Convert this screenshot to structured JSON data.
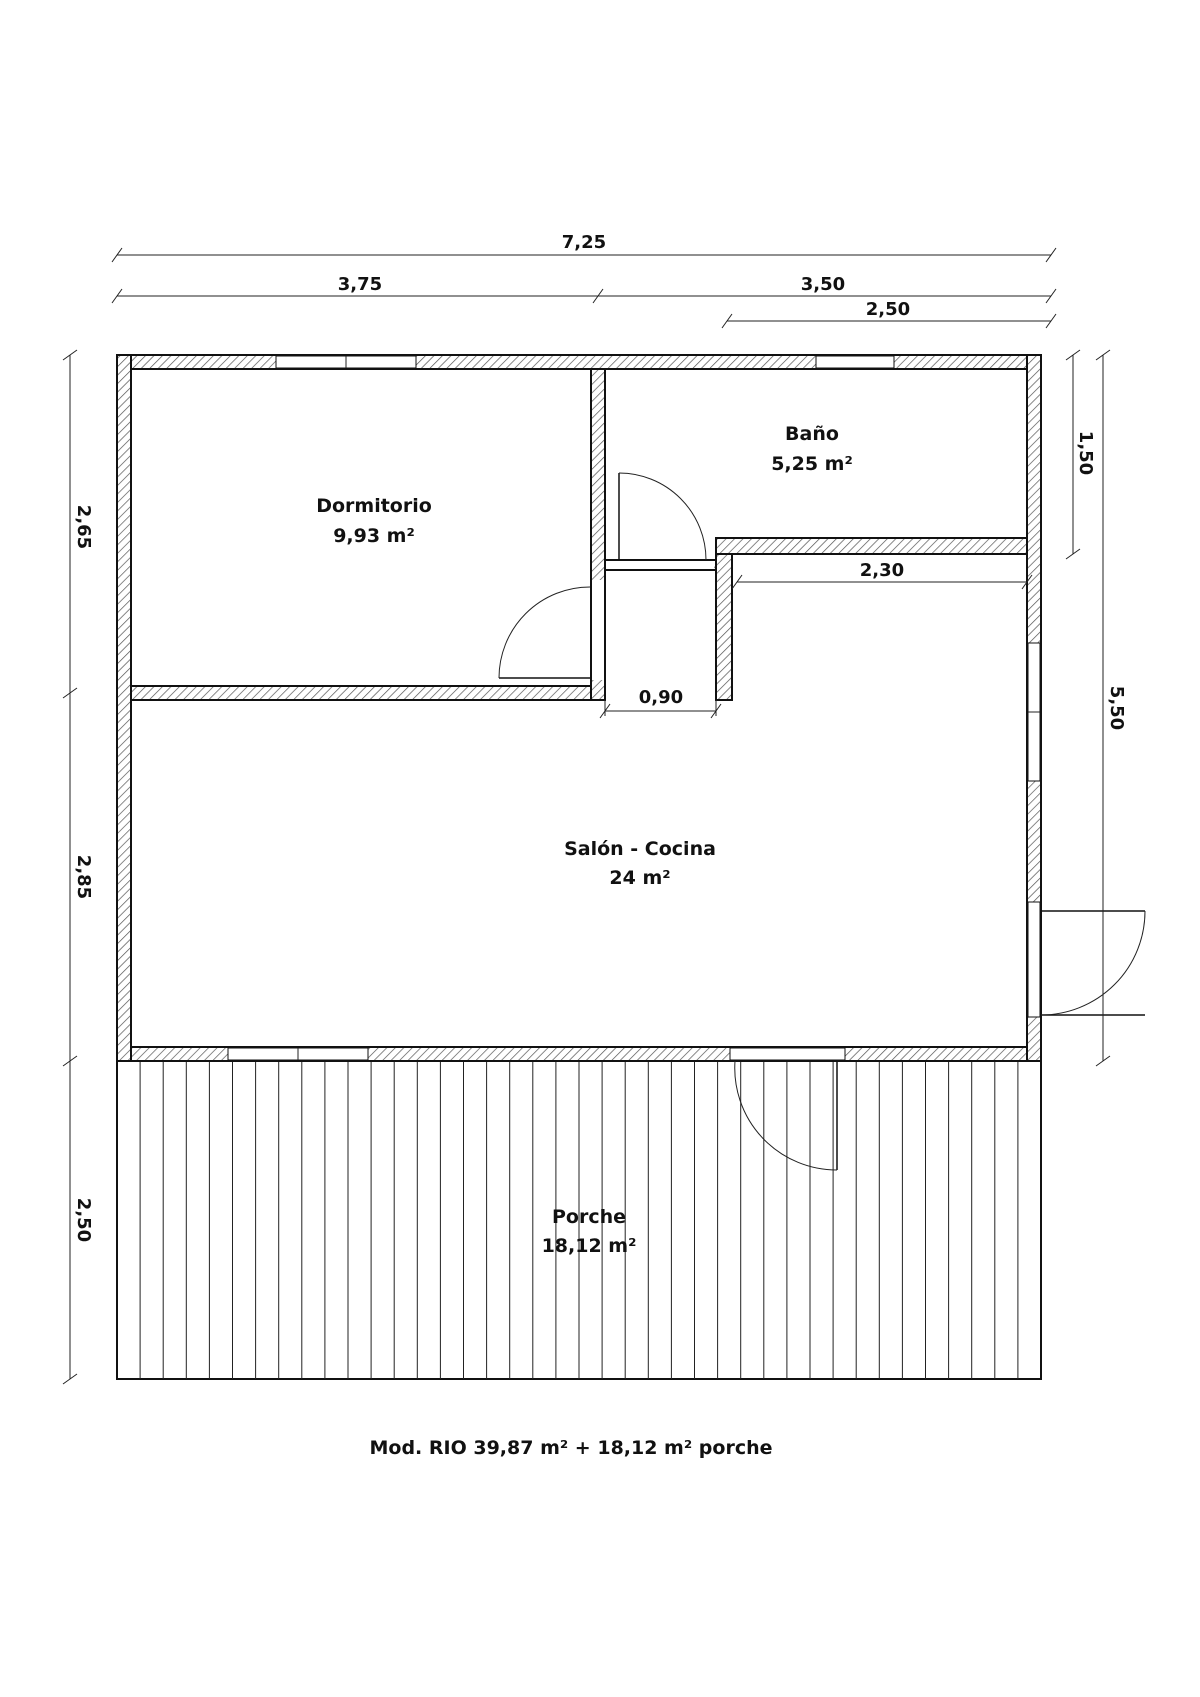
{
  "dimensions": {
    "total_width": "7,25",
    "bedroom_width": "3,75",
    "right_width": "3,50",
    "bath_width": "2,50",
    "left_top": "2,65",
    "left_middle": "2,85",
    "left_porch": "2,50",
    "bath_depth": "1,50",
    "right_depth": "5,50",
    "kitchen_inner": "2,30",
    "hall_width": "0,90"
  },
  "rooms": {
    "dormitorio": {
      "name": "Dormitorio",
      "area": "9,93 m²"
    },
    "bano": {
      "name": "Baño",
      "area": "5,25 m²"
    },
    "salon": {
      "name": "Salón - Cocina",
      "area": "24 m²"
    },
    "porche": {
      "name": "Porche",
      "area": "18,12 m²"
    }
  },
  "caption": "Mod. RIO 39,87 m² + 18,12 m² porche"
}
